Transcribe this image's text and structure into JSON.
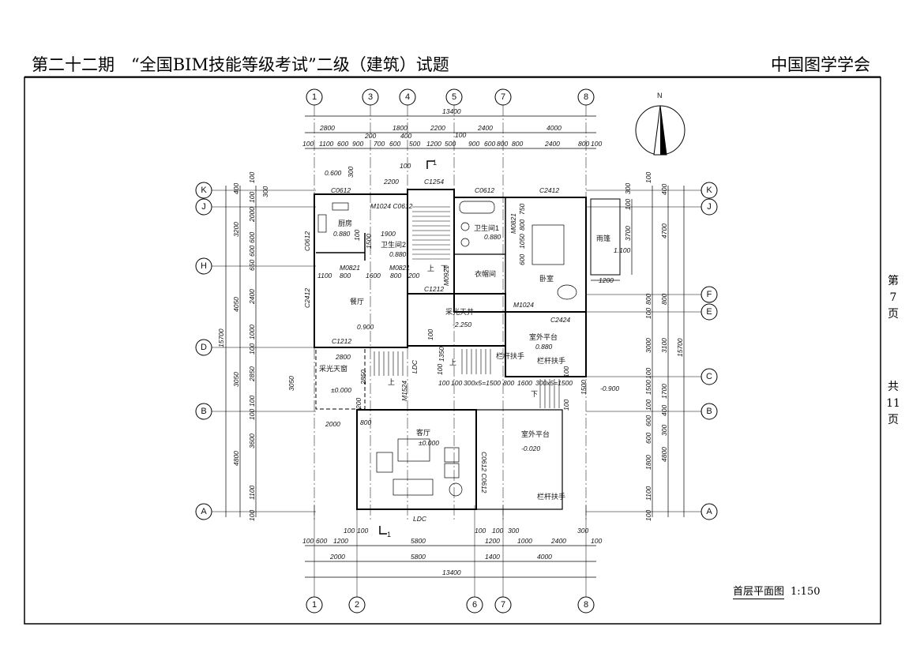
{
  "header": {
    "title": "第二十二期　“全国BIM技能等级考试”二级（建筑）试题",
    "organization": "中国图学学会"
  },
  "page_info": {
    "page_label": [
      "第",
      "7",
      "页"
    ],
    "total_label": [
      "共",
      "11",
      "页"
    ]
  },
  "drawing": {
    "plan_name": "首层平面图",
    "scale": "1:150",
    "north_label": "N",
    "section_mark": "1",
    "axes": {
      "top": [
        "1",
        "3",
        "4",
        "5",
        "7",
        "8"
      ],
      "bottom": [
        "1",
        "2",
        "6",
        "7",
        "8"
      ],
      "left": [
        "K",
        "J",
        "H",
        "D",
        "B",
        "A"
      ],
      "right": [
        "K",
        "J",
        "F",
        "E",
        "C",
        "B",
        "A"
      ]
    },
    "dims_top": {
      "overall": "13400",
      "axis": [
        "2800",
        "1800",
        "2200",
        "2400",
        "4000"
      ],
      "detail": [
        "100",
        "1100",
        "600",
        "900",
        "200",
        "700",
        "600",
        "400",
        "500",
        "1200",
        "500",
        "100",
        "900",
        "600",
        "800",
        "800",
        "2400",
        "800",
        "100"
      ],
      "extra": [
        "100",
        "0.600",
        "300",
        "2200"
      ]
    },
    "dims_bottom": {
      "detail": [
        "100",
        "600",
        "1200",
        "100",
        "100",
        "5800",
        "100",
        "1200",
        "100",
        "300",
        "1000",
        "2400",
        "300",
        "100"
      ],
      "axis": [
        "2000",
        "5800",
        "1400",
        "4000"
      ],
      "overall": "13400"
    },
    "dims_left": {
      "overall": "15700",
      "axis": [
        "3200",
        "4050",
        "3050",
        "4800",
        "400"
      ],
      "detail": [
        "100",
        "100",
        "2000",
        "600",
        "600",
        "650",
        "2400",
        "1000",
        "100",
        "2850",
        "100",
        "100",
        "3600",
        "1100",
        "100"
      ],
      "extra": [
        "300",
        "3050"
      ]
    },
    "dims_right": {
      "overall": "15700",
      "axis": [
        "400",
        "4700",
        "800",
        "3100",
        "1700",
        "400",
        "300",
        "4800"
      ],
      "detail": [
        "100",
        "800",
        "100",
        "3000",
        "100",
        "1500",
        "100",
        "600",
        "600",
        "1800",
        "1100",
        "100"
      ],
      "canopy": [
        "300",
        "100",
        "3700",
        "1200"
      ]
    },
    "rooms": {
      "kitchen": {
        "name": "厨房",
        "level": "0.880"
      },
      "bath2": {
        "name": "卫生间2",
        "level": "0.880"
      },
      "bath1": {
        "name": "卫生间1",
        "level": "0.880"
      },
      "closet": {
        "name": "衣帽间"
      },
      "bedroom": {
        "name": "卧室"
      },
      "dining": {
        "name": "餐厅",
        "level": "0.900"
      },
      "lightwell": {
        "name": "采光天井",
        "level": "-2.250"
      },
      "terrace_upper": {
        "name": "室外平台",
        "level": "0.880"
      },
      "skylight": {
        "name": "采光天窗",
        "level": "±0.000"
      },
      "living": {
        "name": "客厅",
        "level": "±0.000"
      },
      "terrace_lower": {
        "name": "室外平台",
        "level": "-0.020"
      },
      "canopy": {
        "name": "雨篷",
        "level": "1.100"
      },
      "ground_level": "-0.900"
    },
    "tags": {
      "c0612_a": "C0612",
      "m1024_c0612": "M1024 C0612",
      "c1254": "C1254",
      "c0612_b": "C0612",
      "c2412_top": "C2412",
      "c0612_left": "C0612",
      "c2412_left": "C2412",
      "m0821_a": "M0821",
      "m0821_b": "M0821",
      "m0821_c": "M0821",
      "m0921": "M0921",
      "c1212_a": "C1212",
      "c1212_b": "C1212",
      "m1024": "M1024",
      "c2424": "C2424",
      "m1524": "M1524",
      "ldc_a": "LDC",
      "ldc_b": "LDC",
      "c0612_pair": "C0612 C0612",
      "railing_a": "栏杆扶手",
      "railing_b": "栏杆扶手",
      "railing_c": "栏杆扶手",
      "up": "上",
      "down": "下"
    },
    "inner_dims": [
      "1100",
      "800",
      "1600",
      "800",
      "200",
      "1900",
      "1500",
      "100",
      "750",
      "800",
      "1050",
      "600",
      "100",
      "2800",
      "2850",
      "200",
      "1350",
      "100",
      "100",
      "300x5=1500",
      "800",
      "1600",
      "300x5=1500",
      "1500",
      "100",
      "2000",
      "800",
      "100",
      "100"
    ]
  }
}
